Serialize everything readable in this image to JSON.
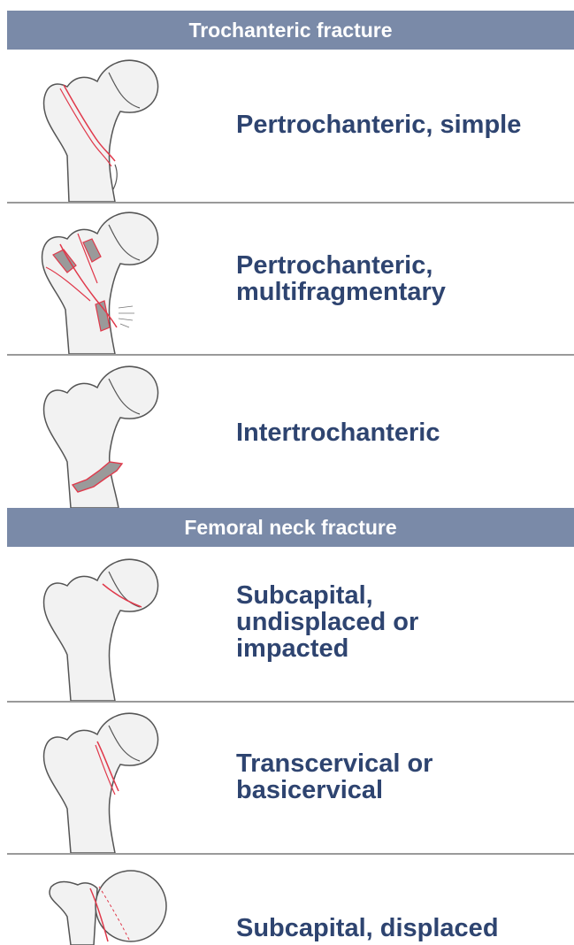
{
  "sections": [
    {
      "header": "Trochanteric fracture",
      "items": [
        {
          "label": "Pertrochanteric, simple"
        },
        {
          "label": "Pertrochanteric,\nmultifragmentary"
        },
        {
          "label": "Intertrochanteric"
        }
      ]
    },
    {
      "header": "Femoral neck fracture",
      "items": [
        {
          "label": "Subcapital,\nundisplaced or\nimpacted"
        },
        {
          "label": "Transcervical or\nbasicervical"
        },
        {
          "label": "Subcapital, displaced"
        }
      ]
    }
  ],
  "colors": {
    "header_bg": "#7a8aa8",
    "label_text": "#2e4470",
    "fracture_line": "#e0394b",
    "bone_fill": "#f2f2f2",
    "bone_outline": "#555555",
    "fragment_fill": "#9a9a9a"
  }
}
